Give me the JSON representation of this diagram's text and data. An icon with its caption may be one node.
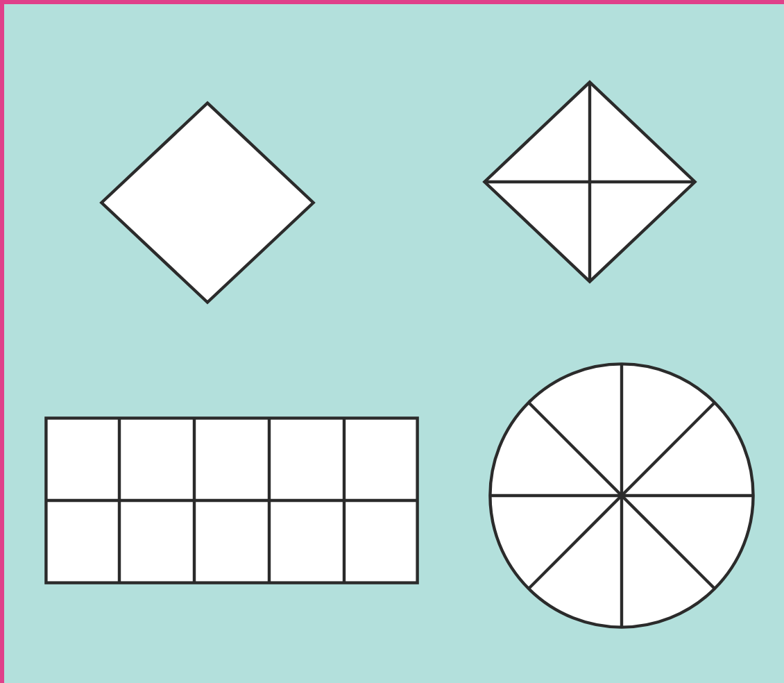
{
  "diagram": {
    "nodes": [
      {
        "text": [],
        "shape": "diamond"
      },
      {
        "text": [],
        "shape": "diamond"
      },
      {
        "text": [],
        "shape": "box"
      },
      {
        "text": [],
        "shape": "circle"
      }
    ]
  }
}
